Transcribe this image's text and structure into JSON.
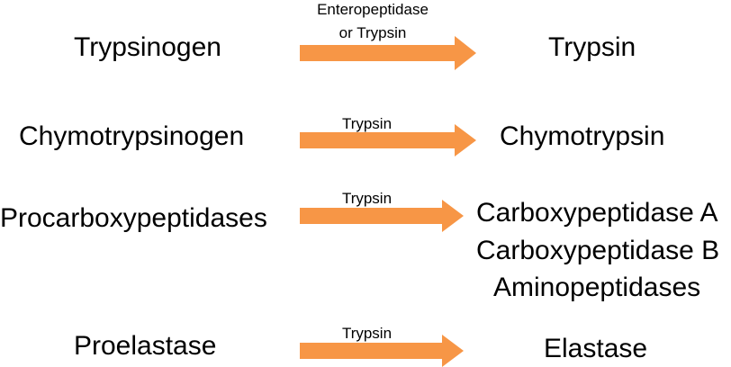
{
  "rows": [
    {
      "zymogen": "Trypsinogen",
      "enzyme_lines": [
        "Enteropeptidase",
        "or Trypsin"
      ],
      "products": [
        "Trypsin"
      ]
    },
    {
      "zymogen": "Chymotrypsinogen",
      "enzyme_lines": [
        "Trypsin"
      ],
      "products": [
        "Chymotrypsin"
      ]
    },
    {
      "zymogen": "Procarboxypeptidases",
      "enzyme_lines": [
        "Trypsin"
      ],
      "products": [
        "Carboxypeptidase A",
        "Carboxypeptidase B",
        "Aminopeptidases"
      ]
    },
    {
      "zymogen": "Proelastase",
      "enzyme_lines": [
        "Trypsin"
      ],
      "products": [
        "Elastase"
      ]
    }
  ],
  "colors": {
    "arrow": "#F79646",
    "text": "#000000"
  }
}
